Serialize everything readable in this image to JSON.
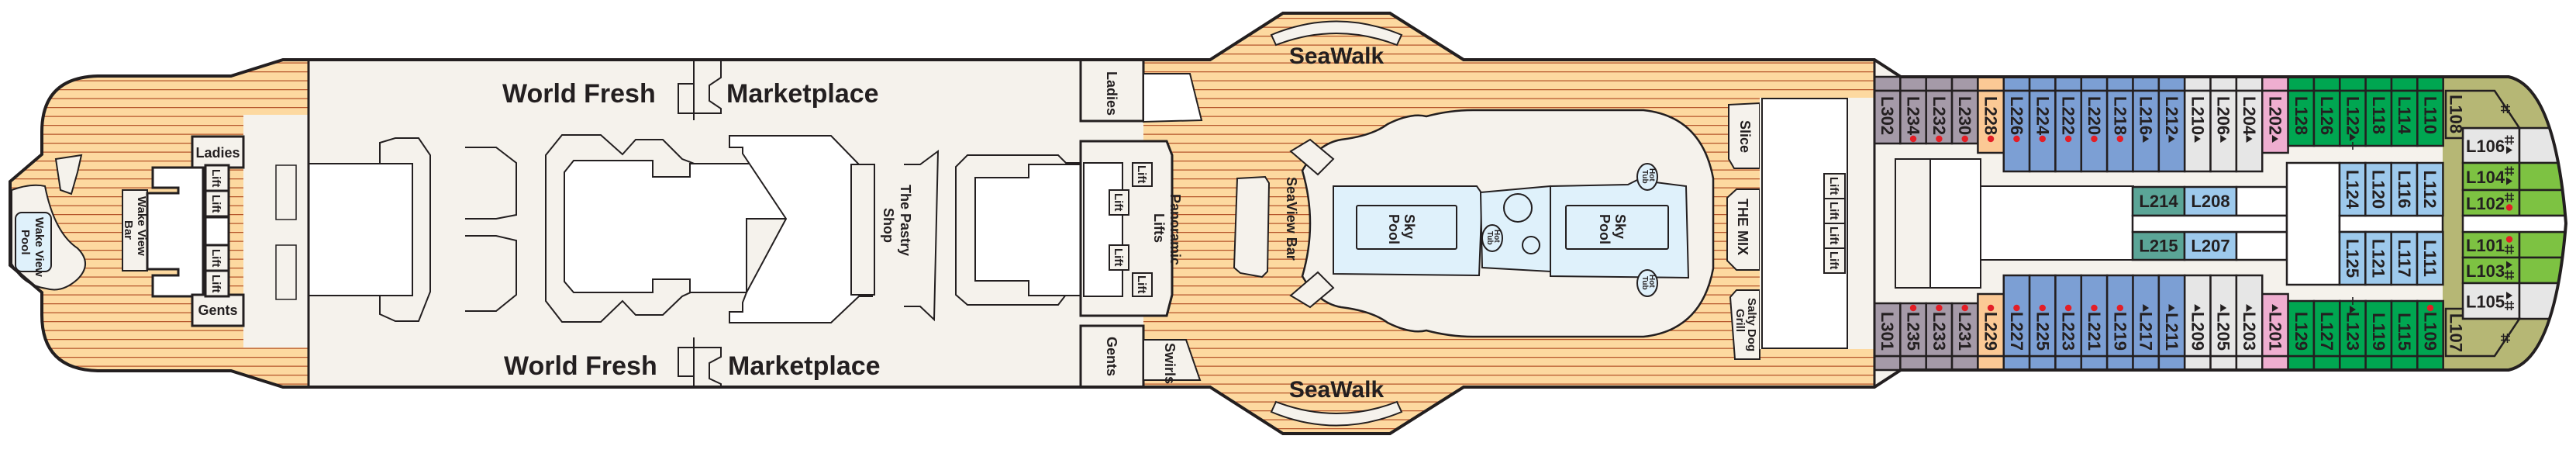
{
  "colors": {
    "wood": "#fdd9a0",
    "wood_line": "#b5552b",
    "interior": "#f5f2ec",
    "pool": "#dff1fb",
    "outline": "#231f20",
    "dot": "#e41e26",
    "cabin": {
      "purple": "#a59aa8",
      "orange": "#fbc995",
      "blue": "#7c9fd4",
      "grey": "#e6e6e6",
      "pink": "#efaed0",
      "green": "#00a651",
      "lightblue": "#9dc9ec",
      "teal": "#5ba597",
      "lime": "#7dc242",
      "olive": "#b6b775"
    }
  },
  "aft": {
    "wake_view_pool": [
      "Wake View",
      "Pool"
    ],
    "wake_view_bar": [
      "Wake View",
      "Bar"
    ],
    "ladies": "Ladies",
    "gents": "Gents",
    "lifts": [
      "Lift",
      "Lift",
      "Lift",
      "Lift"
    ]
  },
  "midship": {
    "marketplace_top": {
      "part1": "World Fresh",
      "part2": "Marketplace"
    },
    "marketplace_bottom": {
      "part1": "World Fresh",
      "part2": "Marketplace"
    },
    "pastry_shop": [
      "The Pastry",
      "Shop"
    ]
  },
  "pool_deck": {
    "ladies": "Ladies",
    "gents": "Gents",
    "lifts": [
      "Lift",
      "Lift",
      "Lift",
      "Lift"
    ],
    "panoramic_lifts": [
      "Panoramic",
      "Lifts"
    ],
    "seaview_bar": "SeaView Bar",
    "swirls": "Swirls",
    "seawalk_top": "SeaWalk",
    "seawalk_bottom": "SeaWalk",
    "sky_pool_aft": [
      "Sky",
      "Pool"
    ],
    "sky_pool_fwd": [
      "Sky",
      "Pool"
    ],
    "hot_tubs": [
      [
        "Hot",
        "Tub"
      ],
      [
        "Hot",
        "Tub"
      ],
      [
        "Hot",
        "Tub"
      ]
    ],
    "slice": "Slice",
    "the_mix": "THE MIX",
    "salty_dog_grill": [
      "Salty Dog",
      "Grill"
    ],
    "forward_lifts": [
      "Lift",
      "Lift",
      "Lift",
      "Lift"
    ]
  },
  "cabins": {
    "port_row": [
      {
        "id": "L302",
        "category": "purple",
        "marker": ""
      },
      {
        "id": "L234",
        "category": "purple",
        "marker": "dot"
      },
      {
        "id": "L232",
        "category": "purple",
        "marker": "dot"
      },
      {
        "id": "L230",
        "category": "purple",
        "marker": "dot"
      },
      {
        "id": "L228",
        "category": "orange",
        "marker": "dot"
      },
      {
        "id": "L226",
        "category": "blue",
        "marker": "dot"
      },
      {
        "id": "L224",
        "category": "blue",
        "marker": "dot"
      },
      {
        "id": "L222",
        "category": "blue",
        "marker": "dot"
      },
      {
        "id": "L220",
        "category": "blue",
        "marker": "dot"
      },
      {
        "id": "L218",
        "category": "blue",
        "marker": "dot"
      },
      {
        "id": "L216",
        "category": "blue",
        "marker": "tri"
      },
      {
        "id": "L212",
        "category": "blue",
        "marker": "tri"
      },
      {
        "id": "L210",
        "category": "grey",
        "marker": "tri"
      },
      {
        "id": "L206",
        "category": "grey",
        "marker": "tri"
      },
      {
        "id": "L204",
        "category": "grey",
        "marker": "tri"
      },
      {
        "id": "L202",
        "category": "pink",
        "marker": "tri"
      },
      {
        "id": "L128",
        "category": "green",
        "marker": ""
      },
      {
        "id": "L126",
        "category": "green",
        "marker": ""
      },
      {
        "id": "L122",
        "category": "green",
        "marker": "tri-plus"
      },
      {
        "id": "L118",
        "category": "green",
        "marker": ""
      },
      {
        "id": "L114",
        "category": "green",
        "marker": ""
      },
      {
        "id": "L110",
        "category": "green",
        "marker": ""
      }
    ],
    "starboard_row": [
      {
        "id": "L301",
        "category": "purple",
        "marker": ""
      },
      {
        "id": "L235",
        "category": "purple",
        "marker": "dot"
      },
      {
        "id": "L233",
        "category": "purple",
        "marker": "dot"
      },
      {
        "id": "L231",
        "category": "purple",
        "marker": "dot"
      },
      {
        "id": "L229",
        "category": "orange",
        "marker": "dot"
      },
      {
        "id": "L227",
        "category": "blue",
        "marker": "dot"
      },
      {
        "id": "L225",
        "category": "blue",
        "marker": "dot"
      },
      {
        "id": "L223",
        "category": "blue",
        "marker": "dot"
      },
      {
        "id": "L221",
        "category": "blue",
        "marker": "dot"
      },
      {
        "id": "L219",
        "category": "blue",
        "marker": "dot"
      },
      {
        "id": "L217",
        "category": "blue",
        "marker": "tri"
      },
      {
        "id": "L211",
        "category": "blue",
        "marker": "tri"
      },
      {
        "id": "L209",
        "category": "grey",
        "marker": "tri"
      },
      {
        "id": "L205",
        "category": "grey",
        "marker": "tri"
      },
      {
        "id": "L203",
        "category": "grey",
        "marker": "tri"
      },
      {
        "id": "L201",
        "category": "pink",
        "marker": "tri"
      },
      {
        "id": "L129",
        "category": "green",
        "marker": ""
      },
      {
        "id": "L127",
        "category": "green",
        "marker": ""
      },
      {
        "id": "L123",
        "category": "green",
        "marker": "tri-plus"
      },
      {
        "id": "L119",
        "category": "green",
        "marker": ""
      },
      {
        "id": "L115",
        "category": "green",
        "marker": ""
      },
      {
        "id": "L109",
        "category": "green",
        "marker": "dot"
      }
    ],
    "inner_port": [
      {
        "id": "L214",
        "category": "teal",
        "marker": ""
      },
      {
        "id": "L208",
        "category": "lightblue",
        "marker": ""
      }
    ],
    "inner_starboard": [
      {
        "id": "L215",
        "category": "teal",
        "marker": ""
      },
      {
        "id": "L207",
        "category": "lightblue",
        "marker": ""
      }
    ],
    "forward_inner_port": [
      {
        "id": "L124",
        "category": "lightblue",
        "marker": ""
      },
      {
        "id": "L120",
        "category": "lightblue",
        "marker": ""
      },
      {
        "id": "L116",
        "category": "lightblue",
        "marker": ""
      },
      {
        "id": "L112",
        "category": "lightblue",
        "marker": ""
      }
    ],
    "forward_inner_starboard": [
      {
        "id": "L125",
        "category": "lightblue",
        "marker": ""
      },
      {
        "id": "L121",
        "category": "lightblue",
        "marker": ""
      },
      {
        "id": "L117",
        "category": "lightblue",
        "marker": ""
      },
      {
        "id": "L111",
        "category": "lightblue",
        "marker": ""
      }
    ],
    "bow": [
      {
        "id": "L108",
        "category": "olive",
        "marker": "conn"
      },
      {
        "id": "L106",
        "category": "grey",
        "marker": "conn-tri"
      },
      {
        "id": "L104",
        "category": "lime",
        "marker": "conn-tri"
      },
      {
        "id": "L102",
        "category": "lime",
        "marker": "conn-dot"
      },
      {
        "id": "L101",
        "category": "lime",
        "marker": "dot-conn"
      },
      {
        "id": "L103",
        "category": "lime",
        "marker": "tri-conn"
      },
      {
        "id": "L105",
        "category": "grey",
        "marker": "tri-conn"
      },
      {
        "id": "L107",
        "category": "olive",
        "marker": "conn"
      }
    ]
  }
}
